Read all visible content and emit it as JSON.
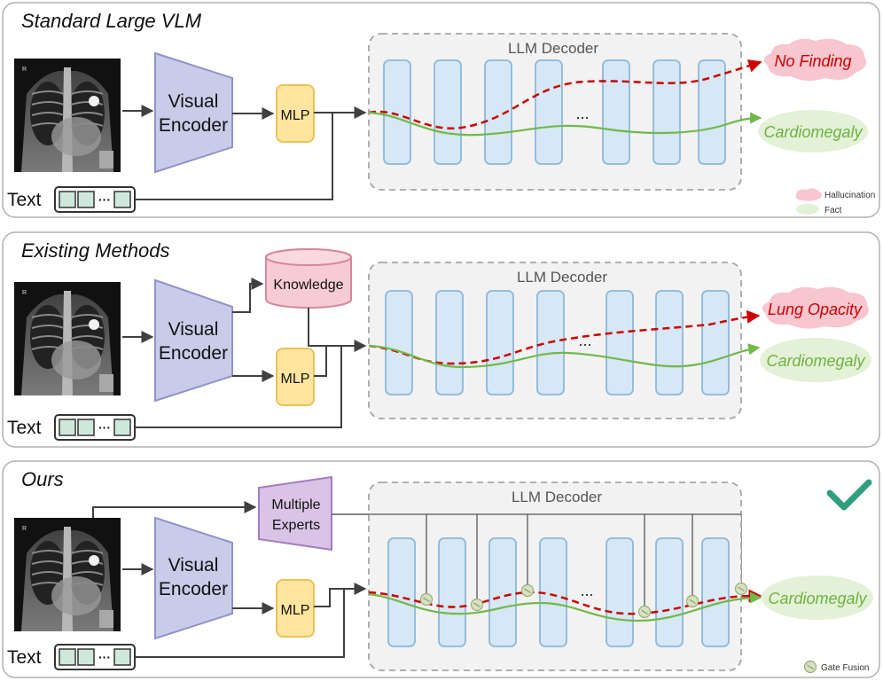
{
  "panels": [
    {
      "title": "Standard Large VLM",
      "encoder_label_line1": "Visual",
      "encoder_label_line2": "Encoder",
      "mlp_label": "MLP",
      "decoder_label": "LLM Decoder",
      "ellipsis": "...",
      "text_label": "Text",
      "token_ellipsis": "···",
      "outputs": [
        {
          "label": "No Finding",
          "kind": "hallucination"
        },
        {
          "label": "Cardiomegaly",
          "kind": "fact"
        }
      ],
      "legend": [
        {
          "label": "Hallucination",
          "color": "#f7c6cf"
        },
        {
          "label": "Fact",
          "color": "#e3f1d7"
        }
      ]
    },
    {
      "title": "Existing Methods",
      "encoder_label_line1": "Visual",
      "encoder_label_line2": "Encoder",
      "mlp_label": "MLP",
      "knowledge_label": "Knowledge",
      "decoder_label": "LLM Decoder",
      "ellipsis": "...",
      "text_label": "Text",
      "token_ellipsis": "···",
      "outputs": [
        {
          "label": "Lung Opacity",
          "kind": "hallucination"
        },
        {
          "label": "Cardiomegaly",
          "kind": "fact"
        }
      ]
    },
    {
      "title": "Ours",
      "encoder_label_line1": "Visual",
      "encoder_label_line2": "Encoder",
      "mlp_label": "MLP",
      "experts_label_line1": "Multiple",
      "experts_label_line2": "Experts",
      "decoder_label": "LLM Decoder",
      "ellipsis": "...",
      "text_label": "Text",
      "token_ellipsis": "···",
      "outputs": [
        {
          "label": "Cardiomegaly",
          "kind": "fact"
        }
      ],
      "legend": [
        {
          "label": "Gate Fusion"
        }
      ],
      "check_icon": "check-mark-icon"
    }
  ],
  "colors": {
    "encoder_fill": "#c9cce9",
    "encoder_stroke": "#8f93c9",
    "mlp_fill": "#ffe59e",
    "mlp_stroke": "#e9c25a",
    "knowledge_fill": "#f7cbd6",
    "knowledge_stroke": "#d5879b",
    "experts_fill": "#d9c3e6",
    "experts_stroke": "#a47cbf",
    "layer_fill": "#d6e7f5",
    "layer_stroke": "#8cb8d9",
    "decoder_fill": "#f2f2f2",
    "decoder_stroke": "#a6a6a6",
    "red_path": "#cc0000",
    "green_path": "#70b94a",
    "hallucination_text": "#cc0000",
    "fact_text": "#6fb23f",
    "check": "#2e9e7d",
    "gate_fill": "#d7e2c3",
    "gate_stroke": "#9aab76"
  }
}
